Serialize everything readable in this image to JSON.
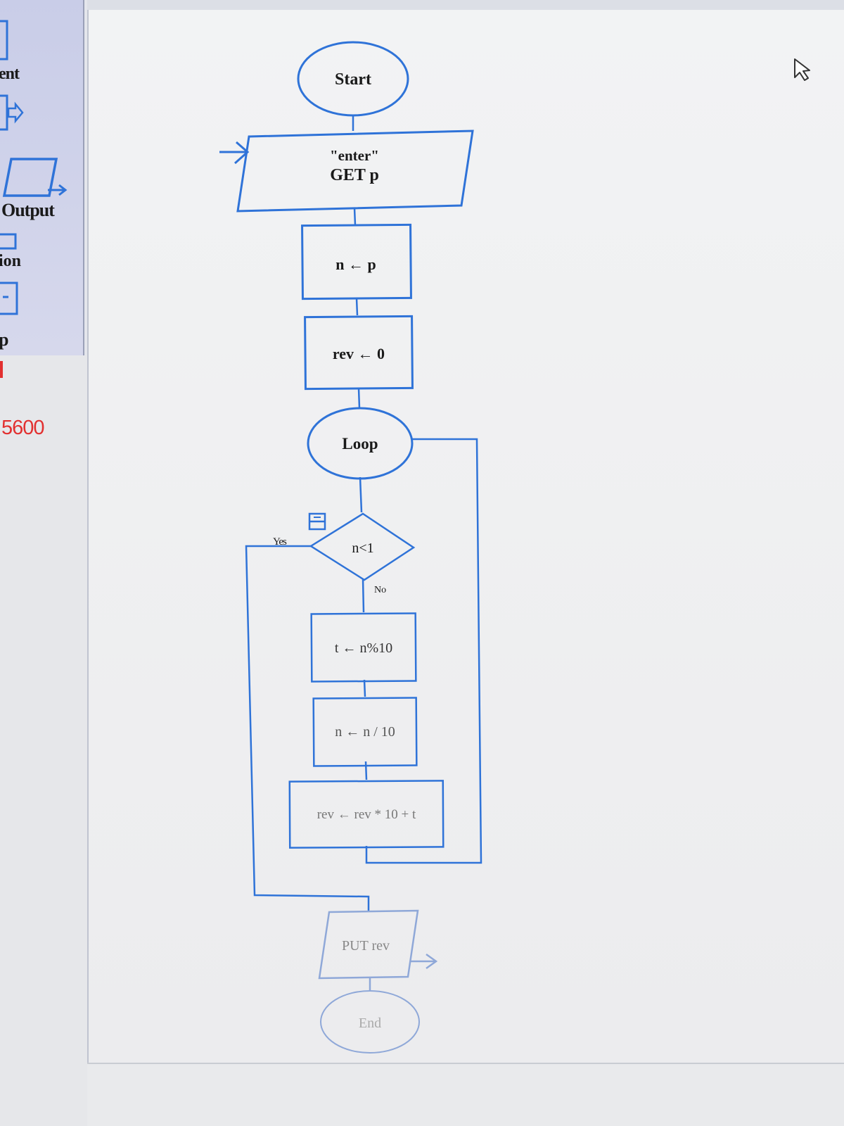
{
  "palette": {
    "labels": {
      "statement": "ent",
      "output": "Output",
      "selection": "ion",
      "loop": "p"
    },
    "icons": [
      "assignment-icon",
      "output-icon",
      "selection-icon",
      "loop-icon"
    ]
  },
  "counter": "5600",
  "flowchart": {
    "start": "Start",
    "input_prompt": "\"enter\"",
    "input_get": "GET p",
    "assign_n": "n ← p",
    "assign_rev": "rev ← 0",
    "loop": "Loop",
    "condition": "n<1",
    "yes": "Yes",
    "no": "No",
    "assign_t": "t ← n%10",
    "assign_n_div": "n ← n / 10",
    "assign_rev_calc": "rev ← rev * 10 + t",
    "output": "PUT rev",
    "end": "End"
  },
  "colors": {
    "accent": "#2f73d8",
    "counter": "#e23030"
  }
}
